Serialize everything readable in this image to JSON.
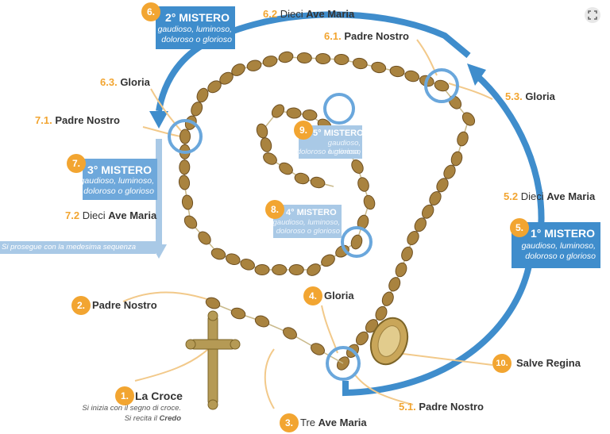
{
  "title": "",
  "labels": {
    "m1_num": "5.",
    "m1_title": "1° MISTERO",
    "m1_sub1": "gaudioso, luminoso,",
    "m1_sub2": "doloroso o glorioso",
    "m2_num": "6.",
    "m2_title": "2° MISTERO",
    "m2_sub1": "gaudioso, luminoso,",
    "m2_sub2": "doloroso o glorioso",
    "m3_num": "7.",
    "m3_title": "3° MISTERO",
    "m3_sub1": "gaudioso, luminoso,",
    "m3_sub2": "doloroso o glorioso",
    "m4_num": "8.",
    "m4_title": "4° MISTERO",
    "m4_sub1": "gaudioso, luminoso,",
    "m4_sub2": "doloroso o glorioso",
    "m5_num": "9.",
    "m5_title": "5° MISTERO",
    "m5_sub1": "gaudioso, luminoso,",
    "m5_sub2": "doloroso o glorioso",
    "l61_num": "6.1.",
    "l61_text": "Padre Nostro",
    "l62_num": "6.2",
    "l62_a": "Dieci",
    "l62_b": "Ave Maria",
    "l63_num": "6.3.",
    "l63_text": "Gloria",
    "l53_num": "5.3.",
    "l53_text": "Gloria",
    "l52_num": "5.2",
    "l52_a": "Dieci",
    "l52_b": "Ave Maria",
    "l51_num": "5.1.",
    "l51_text": "Padre Nostro",
    "l71_num": "7.1.",
    "l71_text": "Padre Nostro",
    "l72_num": "7.2",
    "l72_a": "Dieci",
    "l72_b": "Ave Maria",
    "sequence_note": "Si prosegue con la medesima sequenza",
    "s2_num": "2.",
    "s2_text": "Padre Nostro",
    "s4_num": "4.",
    "s4_text": "Gloria",
    "s1_num": "1.",
    "s1_text": "La Croce",
    "s1_note1": "Si inizia con il segno di croce.",
    "s1_note2a": "Si recita il",
    "s1_note2b": "Credo",
    "s3_num": "3.",
    "s3_a": "Tre",
    "s3_b": "Ave Maria",
    "s10_num": "10.",
    "s10_text": "Salve Regina"
  },
  "colors": {
    "blue": "#3f8dcc",
    "light_blue": "#a9c9e6",
    "orange": "#f2a531",
    "bead": "#a9833f",
    "bead_dark": "#6d4f22"
  }
}
